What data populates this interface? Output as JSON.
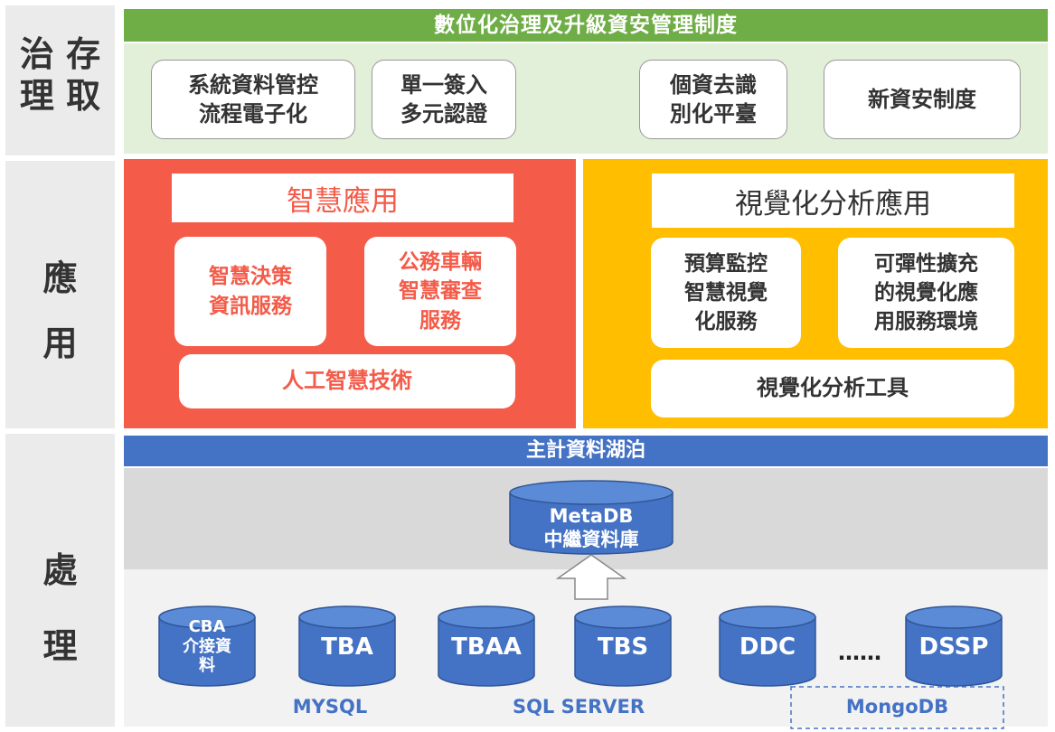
{
  "sidebar": {
    "governance": "治 存\n理 取",
    "application": "應\n用",
    "processing": "處\n理"
  },
  "governance": {
    "banner": "數位化治理及升級資安管理制度",
    "cards": [
      "系統資料管控\n流程電子化",
      "單一簽入\n多元認證",
      "個資去識\n別化平臺",
      "新資安制度"
    ]
  },
  "smart_apps": {
    "title": "智慧應用",
    "cards": [
      "智慧決策\n資訊服務",
      "公務車輛\n智慧審查\n服務"
    ],
    "footer": "人工智慧技術"
  },
  "visual_apps": {
    "title": "視覺化分析應用",
    "cards": [
      "預算監控\n智慧視覺\n化服務",
      "可彈性擴充\n的視覺化應\n用服務環境"
    ],
    "footer": "視覺化分析工具"
  },
  "data_lake": {
    "banner": "主計資料湖泊",
    "metadb": "MetaDB\n中繼資料庫",
    "sources": [
      "CBA\n介接資\n料",
      "TBA",
      "TBAA",
      "TBS",
      "DDC",
      "DSSP"
    ],
    "ellipsis": "……",
    "groups": [
      "MYSQL",
      "SQL SERVER",
      "MongoDB"
    ]
  },
  "colors": {
    "green": "#6fad47",
    "red": "#f45b49",
    "yellow": "#ffbe00",
    "blue": "#4472c4"
  }
}
